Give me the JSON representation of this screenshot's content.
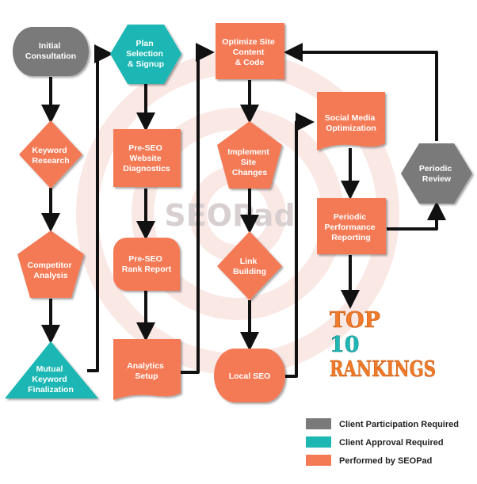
{
  "colors": {
    "gray": "#7a7a7a",
    "teal": "#1fb7b4",
    "orange": "#f47a55",
    "arrow": "#111111",
    "top_orange": "#f07a2a",
    "ten_teal": "#1fb7b4",
    "rankings_orange": "#f07a2a",
    "watermark_ring": "#f6d6cf"
  },
  "watermark": {
    "text": "SEOPad"
  },
  "nodes": {
    "initial_consultation": [
      "Initial",
      "Consultation"
    ],
    "keyword_research": [
      "Keyword",
      "Research"
    ],
    "competitor_analysis": [
      "Competitor",
      "Analysis"
    ],
    "mutual_keyword": [
      "Mutual",
      "Keyword",
      "Finalization"
    ],
    "plan_selection": [
      "Plan",
      "Selection",
      "& Signup"
    ],
    "pre_seo_diagnostics": [
      "Pre-SEO",
      "Website",
      "Diagnostics"
    ],
    "pre_seo_rank": [
      "Pre-SEO",
      "Rank Report"
    ],
    "analytics_setup": [
      "Analytics",
      "Setup"
    ],
    "optimize_site": [
      "Optimize Site",
      "Content",
      "& Code"
    ],
    "implement_site": [
      "Implement",
      "Site",
      "Changes"
    ],
    "link_building": [
      "Link",
      "Building"
    ],
    "local_seo": [
      "Local SEO"
    ],
    "social_media": [
      "Social Media",
      "Optimization"
    ],
    "periodic_performance": [
      "Periodic",
      "Performance",
      "Reporting"
    ],
    "periodic_review": [
      "Periodic",
      "Review"
    ]
  },
  "badge": {
    "top": "TOP",
    "ten": "10",
    "rankings": "RANKINGS"
  },
  "legend": [
    {
      "label": "Client Participation Required",
      "color_key": "gray"
    },
    {
      "label": "Client Approval Required",
      "color_key": "teal"
    },
    {
      "label": "Performed by SEOPad",
      "color_key": "orange"
    }
  ]
}
